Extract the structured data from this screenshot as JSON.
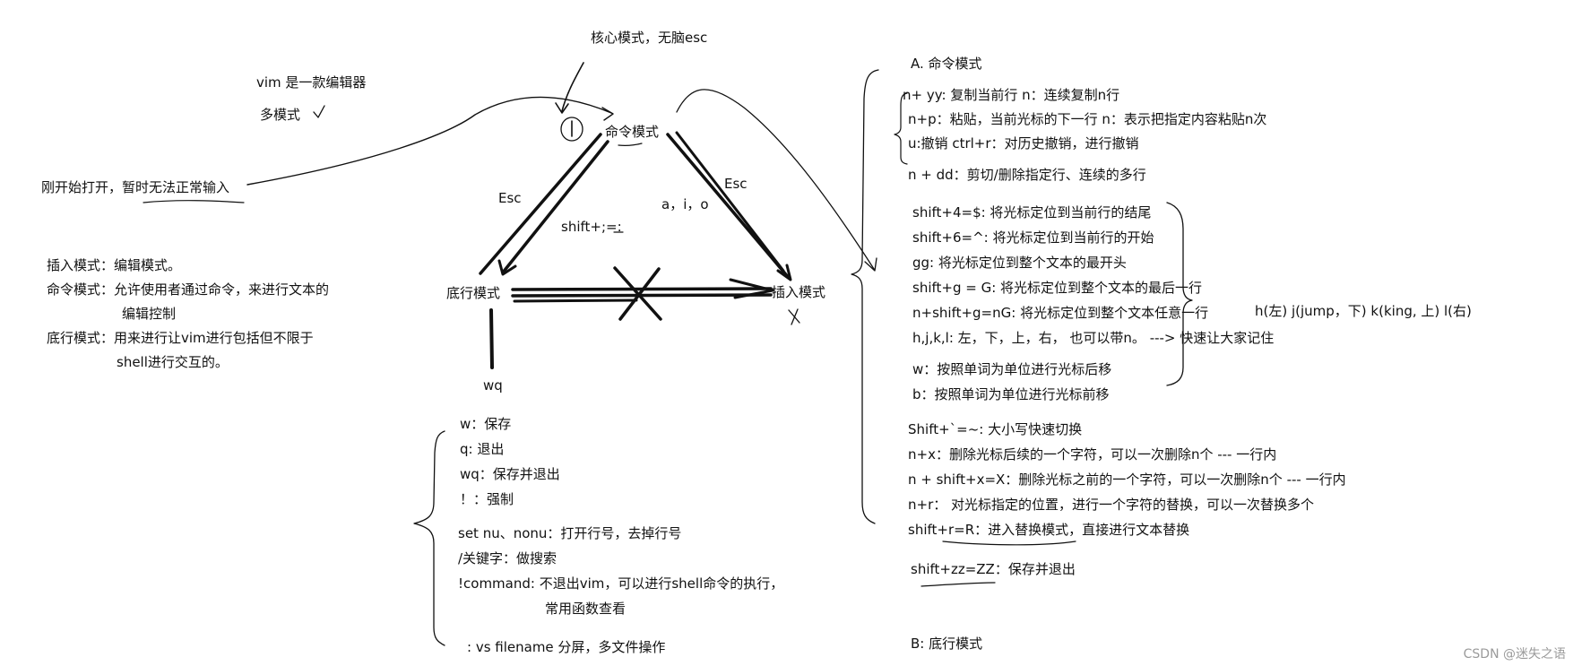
{
  "top_note": "核心模式，无脑esc",
  "intro": {
    "line1": "vim 是一款编辑器",
    "line2": "多模式"
  },
  "open_note": "刚开始打开，暂时无法正常输入",
  "mode_desc": {
    "insert": "插入模式：编辑模式。",
    "command": "命令模式：允许使用者通过命令，来进行文本的",
    "command_cont": "编辑控制",
    "last_line": "底行模式：用来进行让vim进行包括但不限于",
    "last_line_cont": "shell进行交互的。"
  },
  "diagram": {
    "command_mode": "命令模式",
    "last_line_mode": "底行模式",
    "insert_mode": "插入模式",
    "esc_left": "Esc",
    "esc_right": "Esc",
    "enter_insert": "a，i，o",
    "shift_colon": "shift+;=:",
    "wq": "wq"
  },
  "last_line_cmds": [
    "w：保存",
    "q: 退出",
    "wq：保存并退出",
    "！：强制",
    "set nu、nonu：打开行号，去掉行号",
    "/关键字：做搜索",
    "!command: 不退出vim，可以进行shell命令的执行，",
    "常用函数查看",
    ": vs filename 分屏，多文件操作"
  ],
  "section_a": "A. 命令模式",
  "section_b": "B: 底行模式",
  "cmd_notes": [
    "n+ yy: 复制当前行    n：连续复制n行",
    "n+p：粘贴，当前光标的下一行    n：表示把指定内容粘贴n次",
    "u:撤销     ctrl+r：对历史撤销，进行撤销",
    "n + dd：剪切/删除指定行、连续的多行",
    "shift+4=$: 将光标定位到当前行的结尾",
    "shift+6=^: 将光标定位到当前行的开始",
    "gg: 将光标定位到整个文本的最开头",
    "shift+g = G: 将光标定位到整个文本的最后一行",
    "n+shift+g=nG: 将光标定位到整个文本任意一行",
    "h,j,k,l: 左，下，上，右，  也可以带n。  ---> 快速让大家记住",
    "w：按照单词为单位进行光标后移",
    "b：按照单词为单位进行光标前移",
    "Shift+`=~: 大小写快速切换",
    "n+x：删除光标后续的一个字符，可以一次删除n个 --- 一行内",
    "n + shift+x=X：删除光标之前的一个字符，可以一次删除n个 --- 一行内",
    "n+r：   对光标指定的位置，进行一个字符的替换，可以一次替换多个",
    "shift+r=R：进入替换模式，直接进行文本替换",
    "shift+zz=ZZ：保存并退出"
  ],
  "hjkl_hint": "h(左)    j(jump，下) k(king, 上)     l(右)",
  "watermark": "CSDN @迷失之语"
}
